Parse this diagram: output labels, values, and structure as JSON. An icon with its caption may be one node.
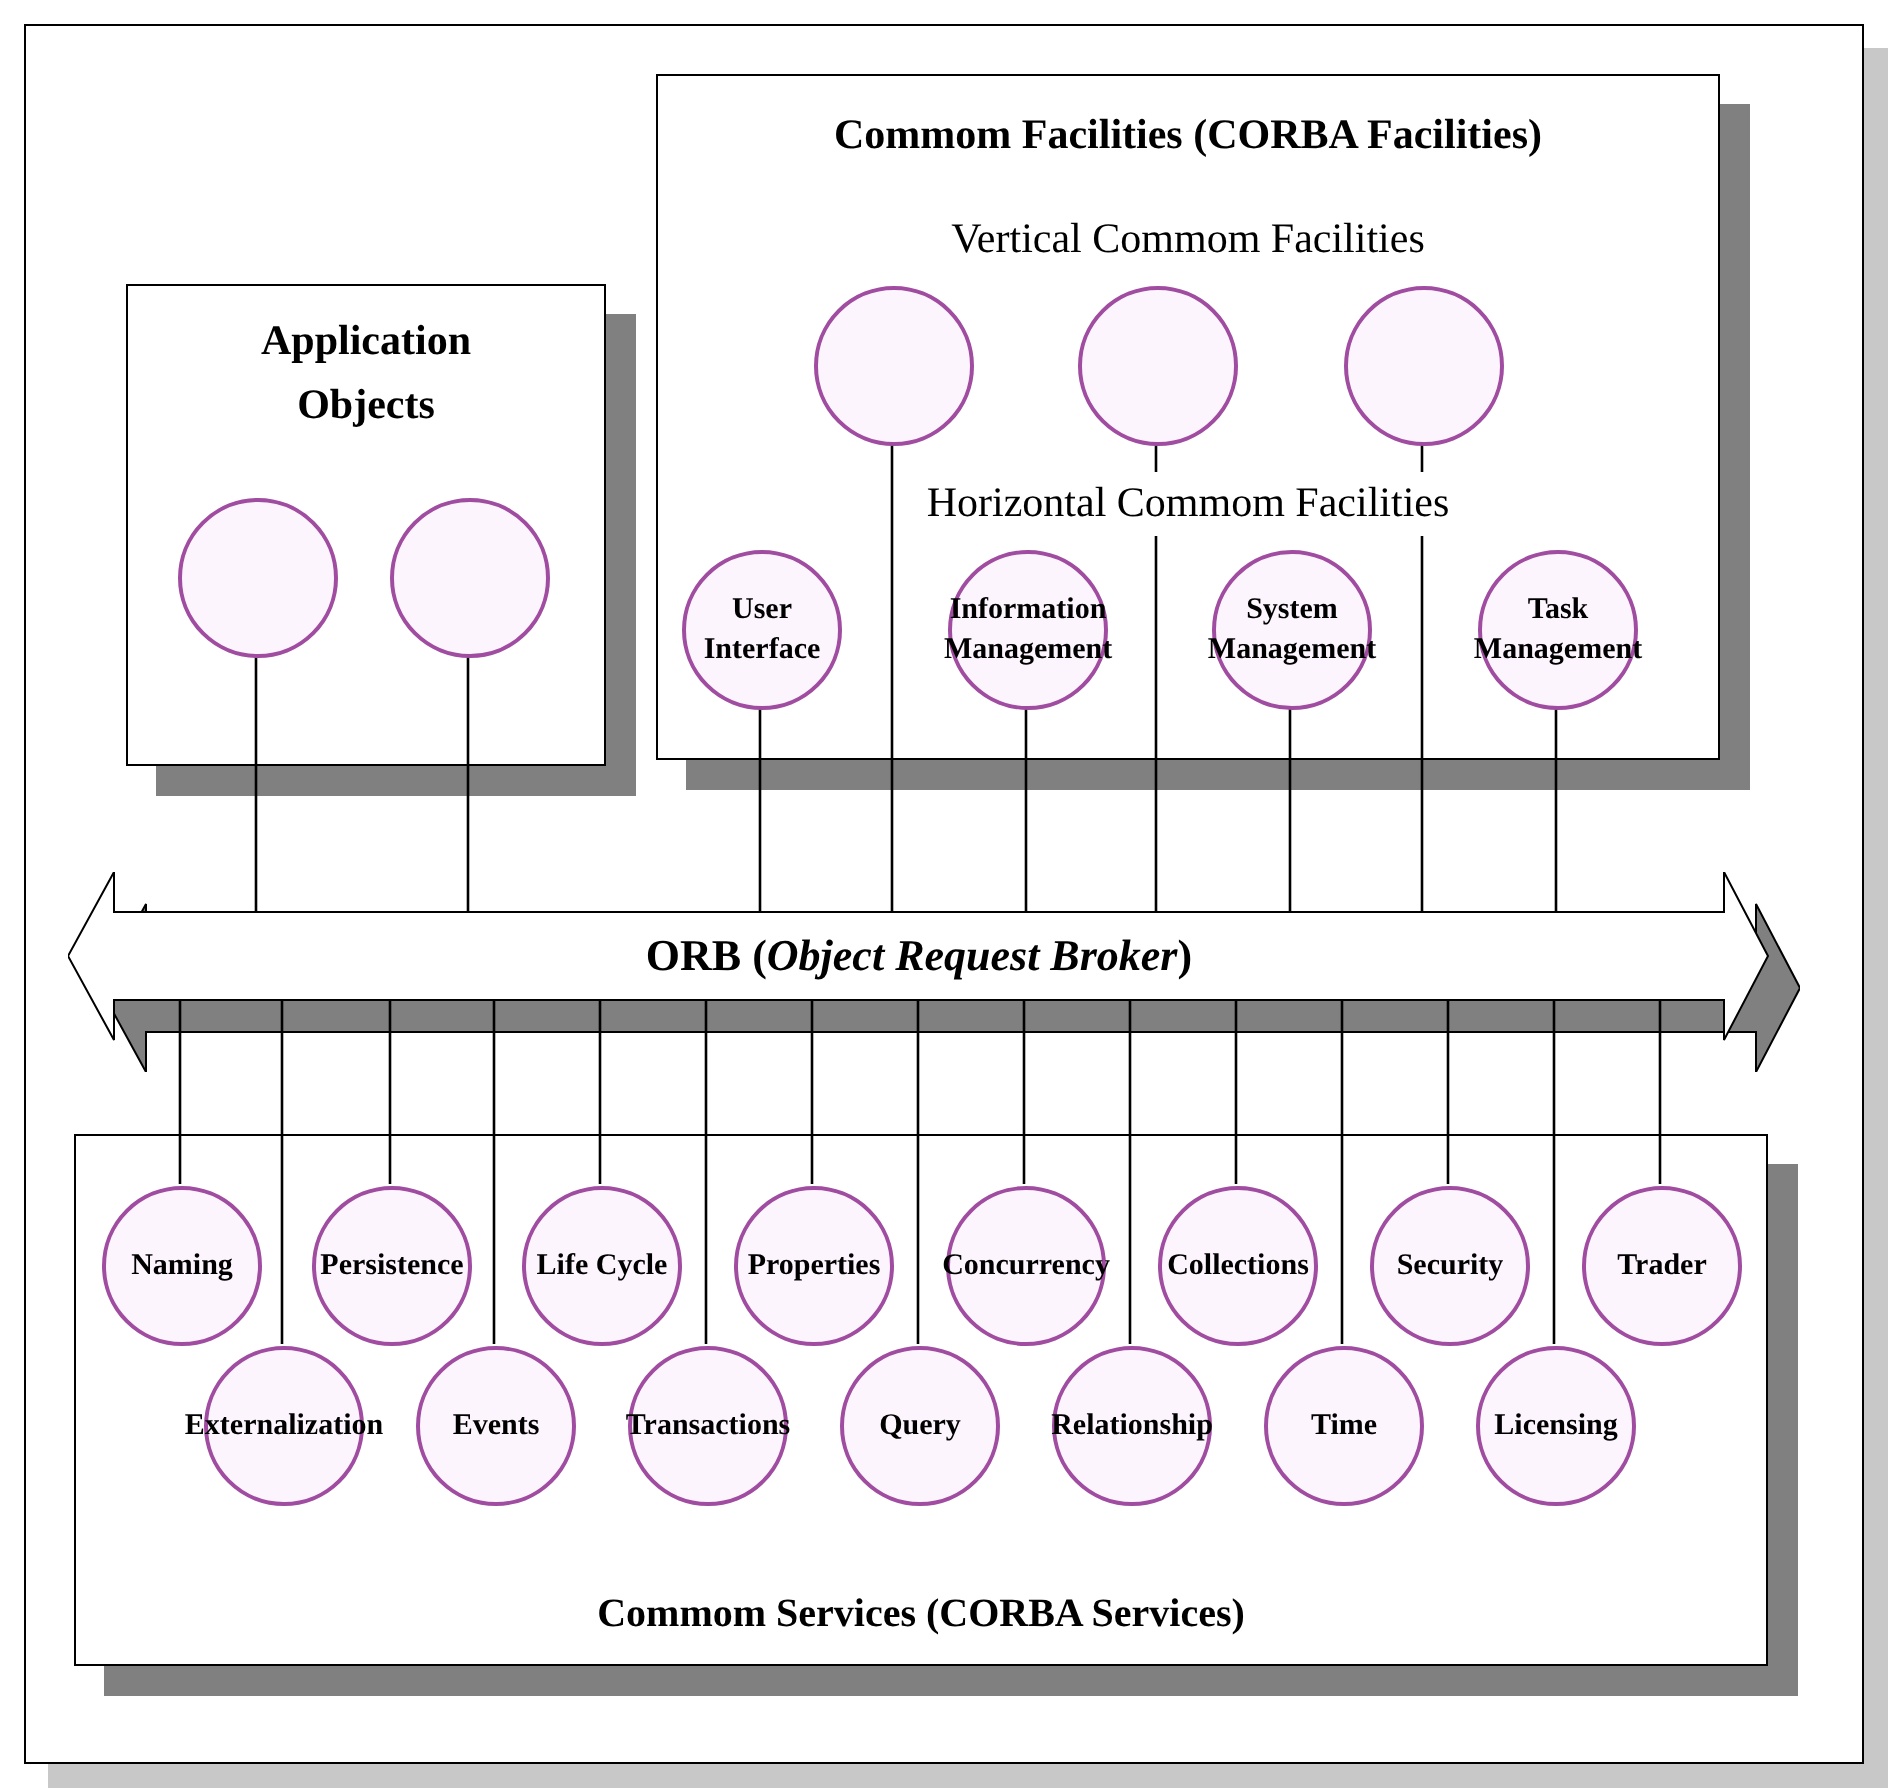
{
  "diagram": {
    "nodes": [
      {
        "text": [
          "Application Objects"
        ]
      },
      {
        "text": [],
        "shape": "circle",
        "in": 0
      },
      {
        "text": [],
        "shape": "circle",
        "in": 0
      },
      {
        "text": [
          "Commom Facilities (CORBA Facilities)",
          "Vertical Commom Facilities",
          "Horizontal Commom Facilities"
        ]
      },
      {
        "text": [],
        "shape": "circle",
        "in": 3
      },
      {
        "text": [],
        "shape": "circle",
        "in": 3
      },
      {
        "text": [],
        "shape": "circle",
        "in": 3
      },
      {
        "text": [
          "User Interface"
        ],
        "in": 3
      },
      {
        "text": [
          "Information Management"
        ],
        "in": 3
      },
      {
        "text": [
          "System Management"
        ],
        "in": 3
      },
      {
        "text": [
          "Task Management"
        ],
        "in": 3
      },
      {
        "text": [
          "ORB (*Object Request Broker*)"
        ]
      },
      {
        "text": [
          "Commom Services (CORBA Services)"
        ]
      },
      {
        "text": [
          "Naming"
        ],
        "in": 12
      },
      {
        "text": [
          "Persistence"
        ],
        "in": 12
      },
      {
        "text": [
          "Life Cycle"
        ],
        "in": 12
      },
      {
        "text": [
          "Properties"
        ],
        "in": 12
      },
      {
        "text": [
          "Concurrency"
        ],
        "in": 12
      },
      {
        "text": [
          "Collections"
        ],
        "in": 12
      },
      {
        "text": [
          "Security"
        ],
        "in": 12
      },
      {
        "text": [
          "Trader"
        ],
        "in": 12
      },
      {
        "text": [
          "Externalization"
        ],
        "in": 12
      },
      {
        "text": [
          "Events"
        ],
        "in": 12
      },
      {
        "text": [
          "Transactions"
        ],
        "in": 12
      },
      {
        "text": [
          "Query"
        ],
        "in": 12
      },
      {
        "text": [
          "Relationship"
        ],
        "in": 12
      },
      {
        "text": [
          "Time"
        ],
        "in": 12
      },
      {
        "text": [
          "Licensing"
        ],
        "in": 12
      }
    ],
    "edges": [
      {
        "from": 1,
        "to": 11,
        "arrow": "none"
      },
      {
        "from": 2,
        "to": 11,
        "arrow": "none"
      },
      {
        "from": 4,
        "to": 11,
        "arrow": "none"
      },
      {
        "from": 5,
        "to": 11,
        "arrow": "none"
      },
      {
        "from": 6,
        "to": 11,
        "arrow": "none"
      },
      {
        "from": 7,
        "to": 11,
        "arrow": "none"
      },
      {
        "from": 8,
        "to": 11,
        "arrow": "none"
      },
      {
        "from": 9,
        "to": 11,
        "arrow": "none"
      },
      {
        "from": 10,
        "to": 11,
        "arrow": "none"
      },
      {
        "from": 11,
        "to": 13,
        "arrow": "none"
      },
      {
        "from": 11,
        "to": 14,
        "arrow": "none"
      },
      {
        "from": 11,
        "to": 15,
        "arrow": "none"
      },
      {
        "from": 11,
        "to": 16,
        "arrow": "none"
      },
      {
        "from": 11,
        "to": 17,
        "arrow": "none"
      },
      {
        "from": 11,
        "to": 18,
        "arrow": "none"
      },
      {
        "from": 11,
        "to": 19,
        "arrow": "none"
      },
      {
        "from": 11,
        "to": 20,
        "arrow": "none"
      },
      {
        "from": 11,
        "to": 21,
        "arrow": "none"
      },
      {
        "from": 11,
        "to": 22,
        "arrow": "none"
      },
      {
        "from": 11,
        "to": 23,
        "arrow": "none"
      },
      {
        "from": 11,
        "to": 24,
        "arrow": "none"
      },
      {
        "from": 11,
        "to": 25,
        "arrow": "none"
      },
      {
        "from": 11,
        "to": 26,
        "arrow": "none"
      },
      {
        "from": 11,
        "to": 27,
        "arrow": "none"
      }
    ]
  }
}
